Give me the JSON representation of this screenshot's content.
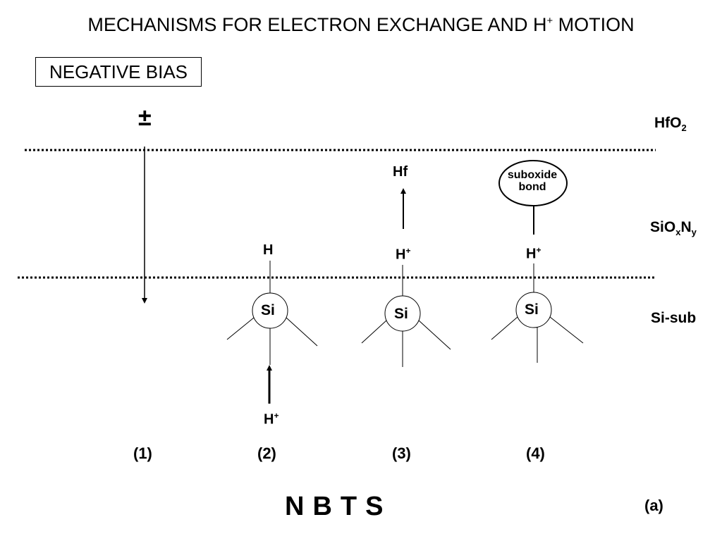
{
  "title": {
    "main": "MECHANISMS FOR ELECTRON EXCHANGE AND H",
    "sup": "+",
    "tail": " MOTION"
  },
  "bias_label": "NEGATIVE BIAS",
  "charge_symbol": "±",
  "layers": {
    "hfo2": {
      "base": "HfO",
      "sub": "2"
    },
    "sioxny": {
      "base1": "SiO",
      "sub1": "x",
      "base2": "N",
      "sub2": "y"
    },
    "sisub": "Si-sub"
  },
  "mechanisms": [
    {
      "number": "(1)"
    },
    {
      "number": "(2)",
      "top_atom": "H",
      "center_atom": "Si",
      "bottom_ion": "H",
      "bottom_ion_sup": "+"
    },
    {
      "number": "(3)",
      "top_atom": "Hf",
      "ion": "H",
      "ion_sup": "+",
      "center_atom": "Si"
    },
    {
      "number": "(4)",
      "bubble_line1": "suboxide",
      "bubble_line2": "bond",
      "ion": "H",
      "ion_sup": "+",
      "center_atom": "Si"
    }
  ],
  "nbts": [
    "N",
    "B",
    "T",
    "S"
  ],
  "panel_label": "(a)"
}
